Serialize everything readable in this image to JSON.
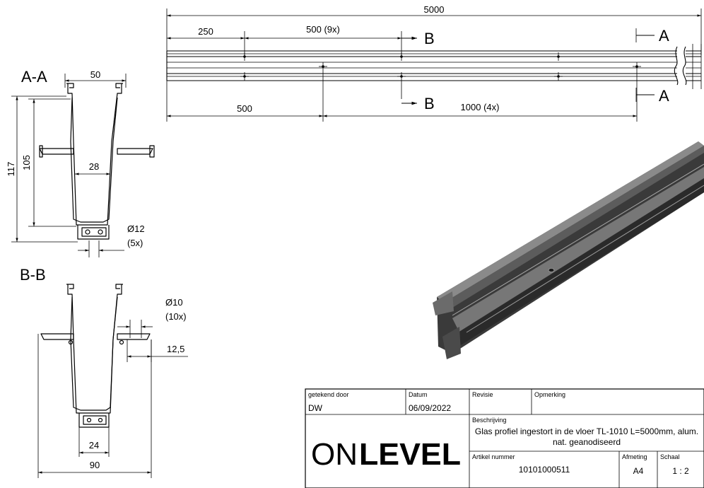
{
  "top_view": {
    "overall_length": "5000",
    "dim_250": "250",
    "dim_500_9x": "500 (9x)",
    "dim_500": "500",
    "dim_1000_4x": "1000 (4x)",
    "section_a_upper": "A",
    "section_a_lower": "A",
    "section_b_upper": "B",
    "section_b_lower": "B"
  },
  "section_aa": {
    "title": "A-A",
    "width_top": "50",
    "height_total": "117",
    "height_inner": "105",
    "width_inner": "28",
    "hole_diameter": "Ø12",
    "hole_count": "(5x)"
  },
  "section_bb": {
    "title": "B-B",
    "hole_diameter": "Ø10",
    "hole_count": "(10x)",
    "dim_offset": "12,5",
    "width_inner": "24",
    "width_total": "90"
  },
  "title_block": {
    "drawn_by_label": "getekend door",
    "drawn_by": "DW",
    "date_label": "Datum",
    "date": "06/09/2022",
    "revision_label": "Revisie",
    "remark_label": "Opmerking",
    "description_label": "Beschrijving",
    "description_line1": "Glas profiel ingestort in de vloer TL-1010 L=5000mm, alum.",
    "description_line2": "nat. geanodiseerd",
    "article_label": "Artikel nummer",
    "article_number": "10101000511",
    "format_label": "Afmeting",
    "format": "A4",
    "scale_label": "Schaal",
    "scale": "1 : 2",
    "logo_left": "ON",
    "logo_right": "LEVEL"
  }
}
